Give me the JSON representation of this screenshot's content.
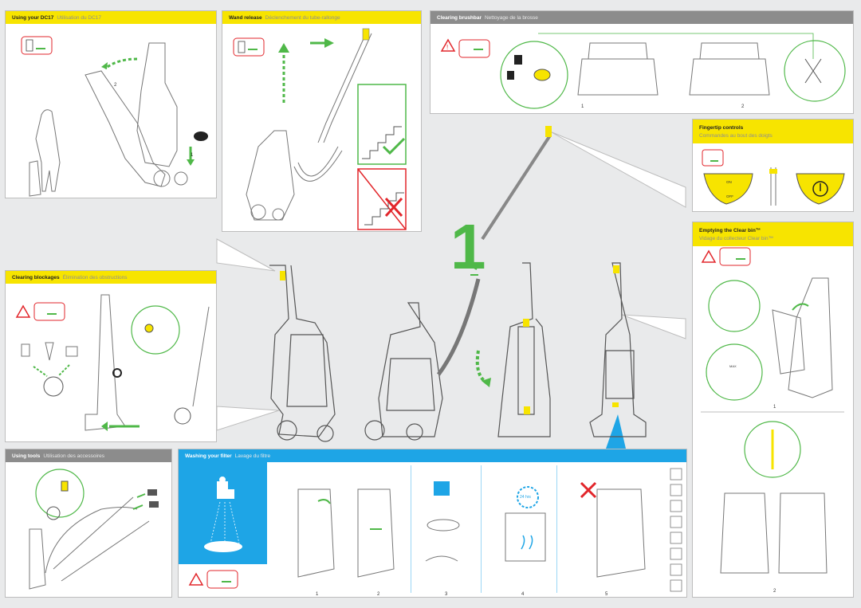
{
  "panels": {
    "using": {
      "en": "Using your DC17",
      "fr": "Utilisation du DC17",
      "labels": [
        "2",
        "1"
      ]
    },
    "wand": {
      "en": "Wand release",
      "fr": "Déclenchement du tube-rallonge"
    },
    "brushbar": {
      "en": "Clearing brushbar",
      "fr": "Nettoyage de la brosse",
      "labels": [
        "1",
        "2"
      ]
    },
    "fingertip": {
      "en": "Fingertip controls",
      "fr": "Commandes au bout des doigts",
      "on_label": "ON",
      "off_label": "OFF"
    },
    "emptying": {
      "en": "Emptying the Clear bin™",
      "fr": "Vidage du collecteur Clear bin™",
      "max_label": "MAX",
      "labels": [
        "1",
        "2"
      ]
    },
    "blockages": {
      "en": "Clearing blockages",
      "fr": "Élimination des obstructions"
    },
    "tools": {
      "en": "Using tools",
      "fr": "Utilisation des accessoires"
    },
    "filter": {
      "en": "Washing your filter",
      "fr": "Lavage du filtre",
      "timer_label": "24 hrs",
      "steps": [
        "1",
        "2",
        "3",
        "4",
        "5"
      ]
    }
  },
  "center": {
    "big_step": "1"
  },
  "colors": {
    "yellow": "#f7e400",
    "green": "#4fb848",
    "red": "#e2262b",
    "blue": "#1ea5e6",
    "grey": "#8c8c8c"
  }
}
